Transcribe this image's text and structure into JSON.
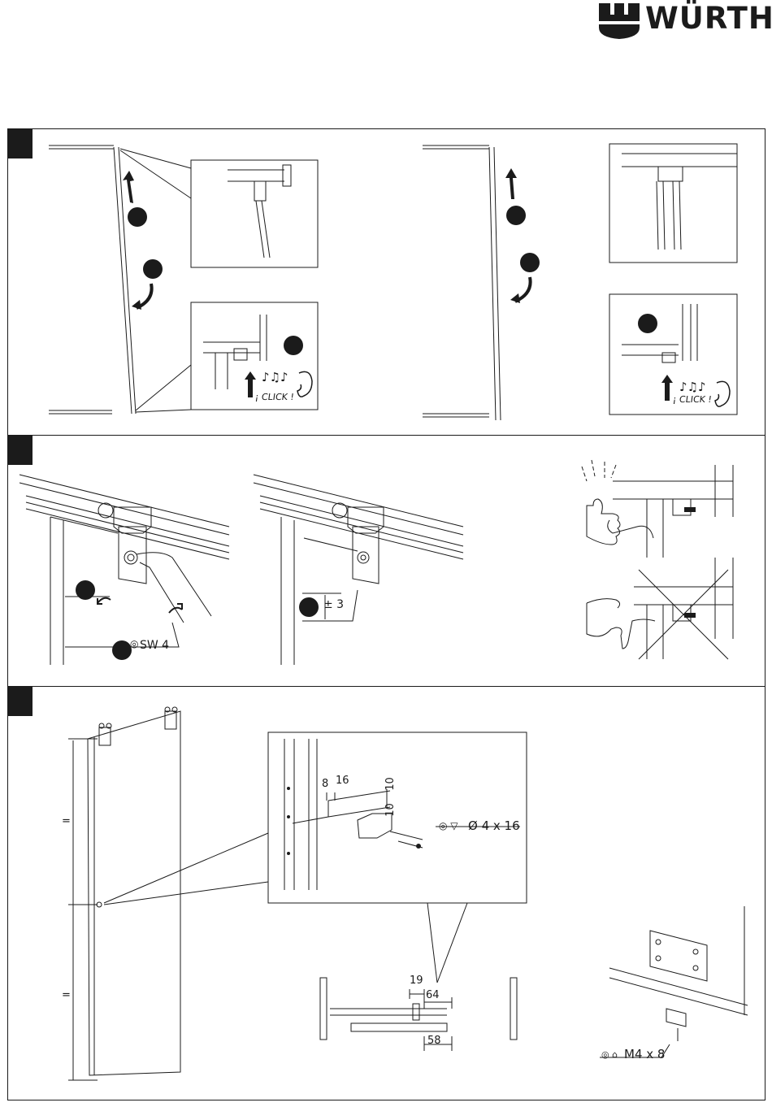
{
  "brand": {
    "name": "WÜRTH",
    "logo_icon": "wurth-w-logo"
  },
  "step1": {
    "sound_cue_left": "¡ CLICK !",
    "sound_cue_right": "¡ CLICK !"
  },
  "step2": {
    "tool_size": "SW 4",
    "adjust_range": "± 3"
  },
  "step3": {
    "dim_8": "8",
    "dim_16": "16",
    "dim_10_top": "10",
    "dim_10_bottom": "10",
    "screw_spec": "Ø 4 x 16",
    "dim_19": "19",
    "dim_64": "64",
    "dim_58": "58",
    "equal_top": "=",
    "equal_bottom": "=",
    "bolt_spec": "M4 x 8"
  }
}
